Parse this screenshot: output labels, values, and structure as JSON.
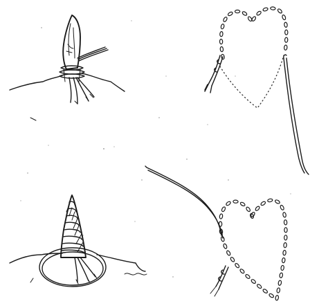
{
  "figure": {
    "panels": [
      {
        "id": "wrapped-stem-start"
      },
      {
        "id": "dotted-heart-outline"
      },
      {
        "id": "wrapped-stem-finished"
      },
      {
        "id": "stitched-heart-with-cord"
      }
    ],
    "colors": {
      "ink": "#1a1a1a",
      "paper": "#ffffff"
    }
  }
}
